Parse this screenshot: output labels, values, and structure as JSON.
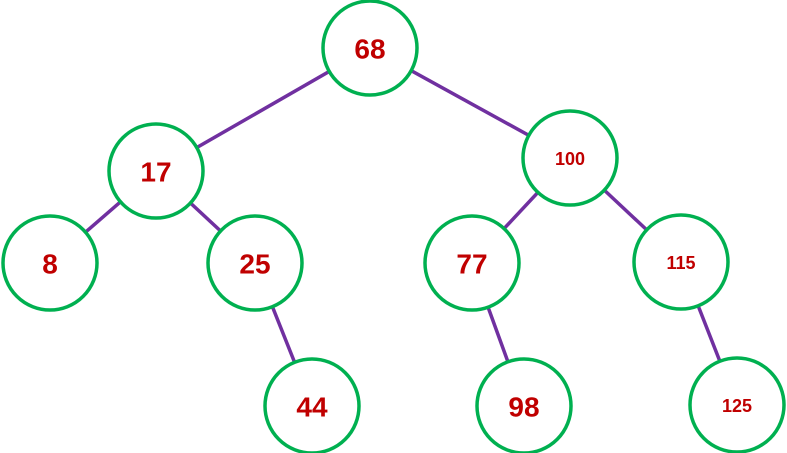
{
  "tree": {
    "colors": {
      "edge": "#7030a0",
      "node_border": "#00b050",
      "node_fill": "#ffffff",
      "label": "#c00000"
    },
    "nodes": [
      {
        "id": "n68",
        "label": "68"
      },
      {
        "id": "n17",
        "label": "17"
      },
      {
        "id": "n100",
        "label": "100"
      },
      {
        "id": "n8",
        "label": "8"
      },
      {
        "id": "n25",
        "label": "25"
      },
      {
        "id": "n77",
        "label": "77"
      },
      {
        "id": "n115",
        "label": "115"
      },
      {
        "id": "n44",
        "label": "44"
      },
      {
        "id": "n98",
        "label": "98"
      },
      {
        "id": "n125",
        "label": "125"
      }
    ],
    "edges": [
      {
        "from": "n68",
        "to": "n17"
      },
      {
        "from": "n68",
        "to": "n100"
      },
      {
        "from": "n17",
        "to": "n8"
      },
      {
        "from": "n17",
        "to": "n25"
      },
      {
        "from": "n25",
        "to": "n44"
      },
      {
        "from": "n100",
        "to": "n77"
      },
      {
        "from": "n100",
        "to": "n115"
      },
      {
        "from": "n77",
        "to": "n98"
      },
      {
        "from": "n115",
        "to": "n125"
      }
    ]
  }
}
